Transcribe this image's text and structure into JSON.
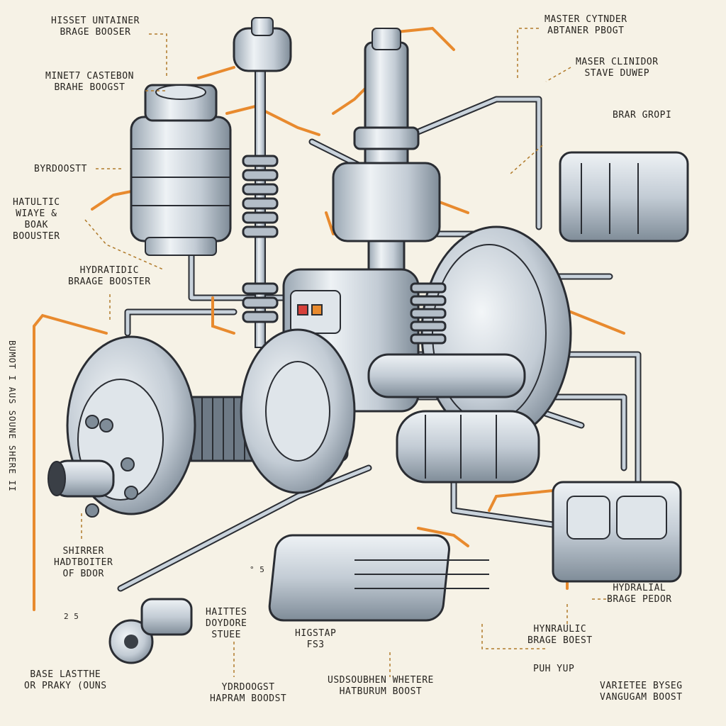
{
  "colors": {
    "background": "#f6f2e6",
    "metal": "#c9d3dc",
    "metal_dark": "#8c99a6",
    "outline": "#2a2d33",
    "copper": "#e88a2e",
    "leader": "#b07a2a"
  },
  "labels": {
    "l01": "HISSET UNTAINER\nBRAGE BOOSER",
    "l02": "MINET7 CASTEBON\nBRAHE BOOGST",
    "l03": "BYRDOOSTT",
    "l04": "HATULTIC\nWIAYE &\nBOAK\nBOOUSTER",
    "l05": "HYDRATIDIC\nBRAAGE BOOSTER",
    "l06": "MASTER CYTNDER\nABTANER PBOGT",
    "l07": "MASER CLINIDOR\nSTAVE DUWEP",
    "l08": "BRAR GROPI",
    "l09": "SHIRRER\nHADTBOITER\nOF BDOR",
    "l10": "HAITTES\nDOYDORE\nSTUEE",
    "l11": "HIGSTAP\nFS3",
    "l12": "HYDRALIAL\nBRAGE PEDOR",
    "l13": "HYNRAULIC\nBRAGE BOEST",
    "l14": "PUH YUP",
    "l15": "BASE LASTTHE\nOR PRAKY (OUNS",
    "l16": "YDRDOOGST\nHAPRAM BOODST",
    "l17": "USDSOUBHEN WHETERE\nHATBURUM BOOST",
    "l18": "VARIETEE BYSEG\nVANGUGAM BOOST",
    "vertical": "BUMOT I AUS SOUNE SHERE II",
    "marker_25": "2 5",
    "marker_5": "° 5"
  }
}
